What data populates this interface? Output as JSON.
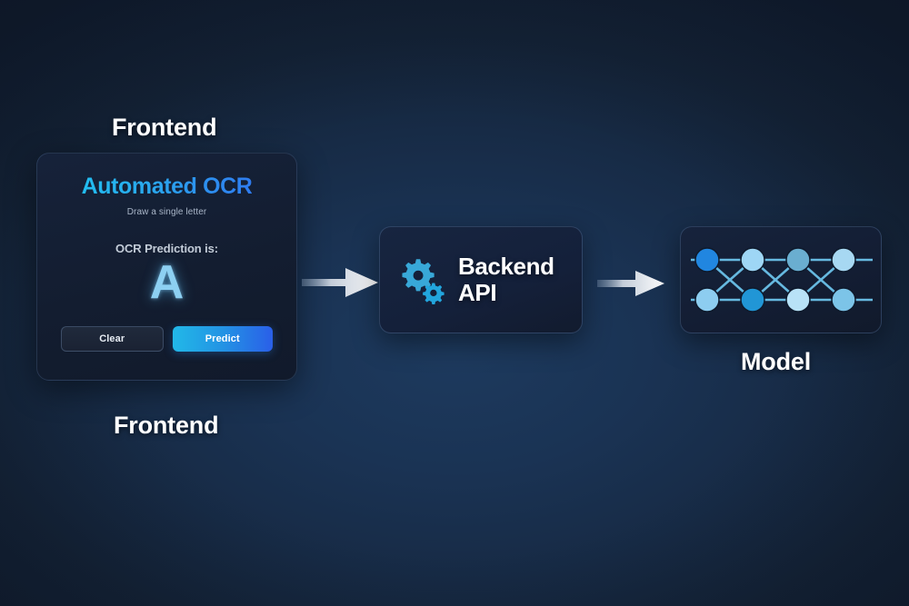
{
  "diagram": {
    "title": "Automated OCR architecture flow",
    "background": {
      "center_color": "#1d3a5e",
      "edge_color": "#111d30"
    },
    "accents": {
      "cyan": "#22bdf0",
      "blue": "#2f7cf0",
      "gear": "#38a8d8",
      "prediction_letter": "#8dd0f2",
      "arrow": "#f2f5f8"
    }
  },
  "labels": {
    "frontend_top": "Frontend",
    "frontend_bottom": "Frontend",
    "model": "Model"
  },
  "frontend_card": {
    "title": "Automated OCR",
    "subtitle": "Draw a single letter",
    "prediction_label": "OCR Prediction is:",
    "prediction_value": "A",
    "buttons": {
      "clear": "Clear",
      "predict": "Predict"
    }
  },
  "backend_box": {
    "line1": "Backend",
    "line2": "API",
    "icon": "gears-icon"
  },
  "model_box": {
    "icon": "neural-network-icon",
    "layers": 4,
    "nodes_per_layer": 2,
    "node_colors": [
      [
        "#2186e0",
        "#8dd0f2"
      ],
      [
        "#b8e2f7",
        "#2196d6"
      ],
      [
        "#6aaed0",
        "#aedcf5"
      ],
      [
        "#a7d8f2",
        "#7cc4e8"
      ]
    ],
    "edge_color": "#6ec7ef"
  },
  "arrows": [
    {
      "name": "arrow-frontend-to-backend",
      "direction": "right"
    },
    {
      "name": "arrow-backend-to-model",
      "direction": "right"
    }
  ]
}
